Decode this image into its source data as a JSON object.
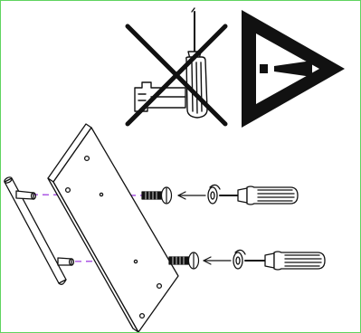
{
  "illustration": {
    "warnings": {
      "prohibited_tool": "power-screwdriver",
      "caution_symbol": "exclamation-triangle"
    },
    "assembly": {
      "parts": [
        "handle",
        "panel",
        "screw",
        "screw",
        "washer",
        "washer",
        "screwdriver",
        "screwdriver"
      ],
      "fasteners": 2,
      "colors": {
        "line": "#111111",
        "alignment_guide": "#a040e0",
        "border": "#5fd35f"
      }
    }
  }
}
